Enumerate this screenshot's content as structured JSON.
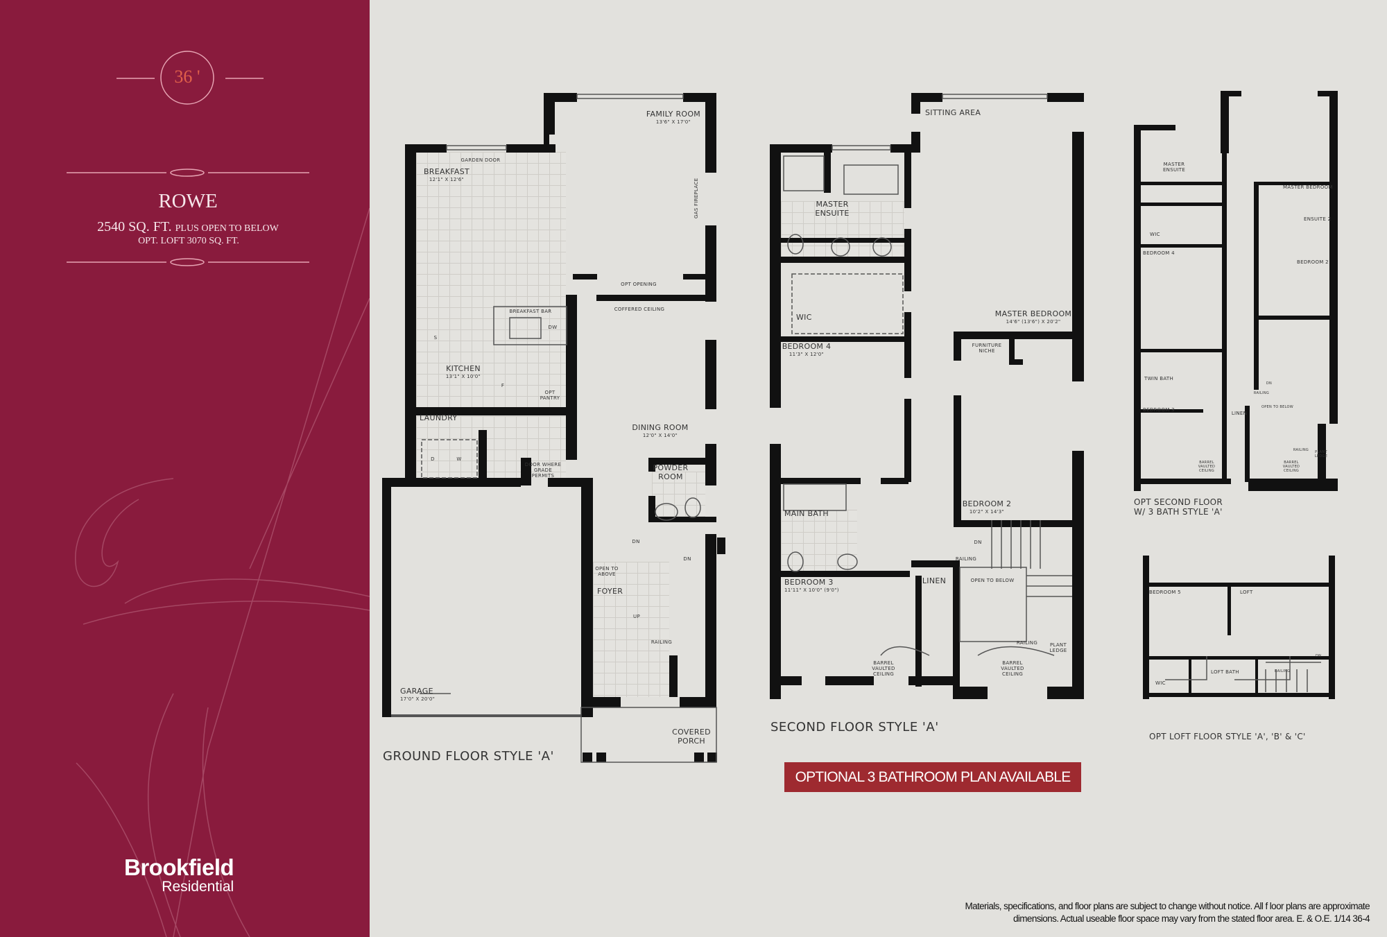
{
  "colors": {
    "panel": "#891b3d",
    "banner": "#9e2a30",
    "background": "#e2e1dd",
    "lot_width": "#e0604a"
  },
  "sidebar": {
    "lot_width": "36 '",
    "model_name": "ROWE",
    "sqft_main": "2540 SQ. FT.",
    "sqft_suffix": "PLUS OPEN TO BELOW",
    "opt_loft": "OPT. LOFT 3070 SQ. FT.",
    "logo": {
      "line1": "Brookfield",
      "line2": "Residential"
    }
  },
  "ground_floor": {
    "title": "GROUND FLOOR STYLE 'A'",
    "rooms": {
      "family_room": {
        "name": "FAMILY ROOM",
        "dims": "13'6\" X 17'0\""
      },
      "breakfast": {
        "name": "BREAKFAST",
        "dims": "12'1\" X 12'6\""
      },
      "kitchen": {
        "name": "KITCHEN",
        "dims": "13'1\" X 10'0\""
      },
      "dining_room": {
        "name": "DINING ROOM",
        "dims": "12'0\" X 14'0\""
      },
      "garage": {
        "name": "GARAGE",
        "dims": "17'0\" X 20'0\""
      },
      "laundry": "LAUNDRY",
      "powder_room": "POWDER ROOM",
      "foyer": "FOYER",
      "covered_porch": "COVERED PORCH"
    },
    "notes": {
      "garden_door": "GARDEN DOOR",
      "gas_fireplace": "GAS FIREPLACE",
      "opt_opening": "OPT OPENING",
      "coffered_ceiling": "COFFERED CEILING",
      "breakfast_bar": "BREAKFAST BAR",
      "dw": "DW",
      "s": "S",
      "f": "F",
      "opt_pantry": "OPT PANTRY",
      "d": "D",
      "w": "W",
      "door_where": "DOOR WHERE GRADE PERMITS",
      "dn1": "DN",
      "dn2": "DN",
      "open_to_above": "OPEN TO ABOVE",
      "up": "UP",
      "railing": "RAILING"
    }
  },
  "second_floor": {
    "title": "SECOND FLOOR STYLE 'A'",
    "rooms": {
      "sitting_area": "SITTING AREA",
      "master_ensuite": "MASTER ENSUITE",
      "wic": "WIC",
      "master_bedroom": {
        "name": "MASTER BEDROOM",
        "dims": "14'6\" (13'6\") X 20'2\""
      },
      "bedroom4": {
        "name": "BEDROOM 4",
        "dims": "11'3\" X 12'0\""
      },
      "bedroom2": {
        "name": "BEDROOM 2",
        "dims": "10'2\" X 14'3\""
      },
      "bedroom3": {
        "name": "BEDROOM 3",
        "dims": "11'11\" X 10'0\" (9'0\")"
      },
      "main_bath": "MAIN BATH",
      "linen": "LINEN"
    },
    "notes": {
      "furniture_niche": "FURNITURE NICHE",
      "dn": "DN",
      "railing1": "RAILING",
      "open_to_below": "OPEN TO BELOW",
      "railing2": "RAILING",
      "plant_ledge": "PLANT LEDGE",
      "barrel1": "BARREL VAULTED CEILING",
      "barrel2": "BARREL VAULTED CEILING"
    },
    "banner": "OPTIONAL 3 BATHROOM  PLAN AVAILABLE"
  },
  "opt_second_floor": {
    "title_line1": "OPT SECOND FLOOR",
    "title_line2": "W/ 3 BATH STYLE 'A'",
    "labels": {
      "master_ensuite": "MASTER ENSUITE",
      "master_bedroom": "MASTER BEDROOM",
      "ensuite2": "ENSUITE 2",
      "wic": "WIC",
      "bedroom4": "BEDROOM 4",
      "bedroom2": "BEDROOM 2",
      "twin_bath": "TWIN BATH",
      "bedroom3": "BEDROOM 3",
      "linen": "LINEN",
      "open_to_below": "OPEN TO BELOW",
      "dn": "DN",
      "railing1": "RAILING",
      "railing2": "RAILING",
      "plant_ledge": "PLANT LEDGE",
      "barrel1": "BARREL VAULTED CEILING",
      "barrel2": "BARREL VAULTED CEILING"
    }
  },
  "opt_loft": {
    "title": "OPT LOFT FLOOR STYLE 'A', 'B' & 'C'",
    "labels": {
      "bedroom5": "BEDROOM 5",
      "loft": "LOFT",
      "wic": "WIC",
      "loft_bath": "LOFT BATH",
      "railing": "RAILING",
      "dn": "DN"
    }
  },
  "disclaimer": {
    "line1": "Materials, specifications, and floor plans are subject to change without notice. All f loor plans are approximate",
    "line2": "dimensions. Actual useable floor space may vary from the stated floor area. E. & O.E. 1/14 36-4"
  }
}
